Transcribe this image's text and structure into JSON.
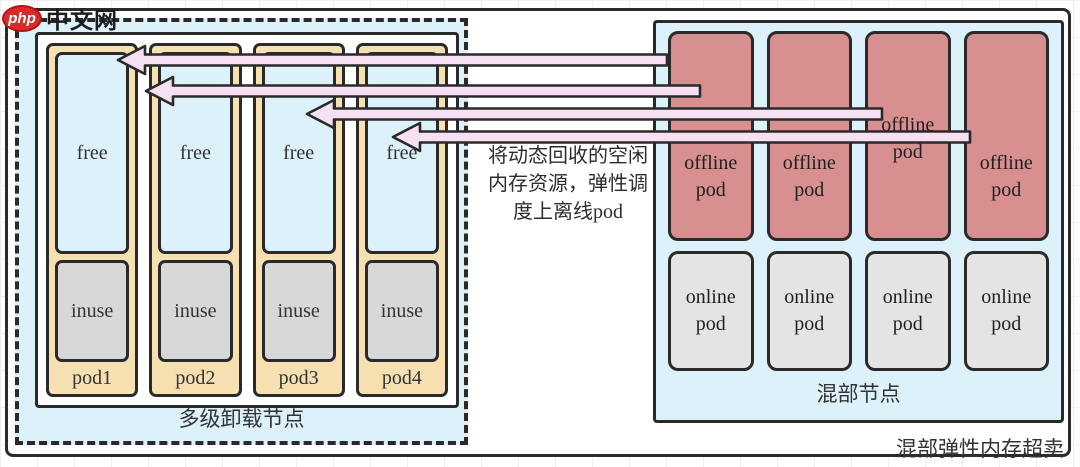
{
  "watermark": {
    "brand": "php",
    "site": "中文网"
  },
  "left_node": {
    "label": "多级卸载节点",
    "pods": [
      {
        "name": "pod1",
        "free": "free",
        "inuse": "inuse"
      },
      {
        "name": "pod2",
        "free": "free",
        "inuse": "inuse"
      },
      {
        "name": "pod3",
        "free": "free",
        "inuse": "inuse"
      },
      {
        "name": "pod4",
        "free": "free",
        "inuse": "inuse"
      }
    ]
  },
  "annotation": {
    "line1": "将动态回收的空闲",
    "line2": "内存资源，弹性调",
    "line3": "度上离线pod"
  },
  "right_node": {
    "label": "混部节点",
    "offline_pods": [
      {
        "label": "offline pod"
      },
      {
        "label": "offline pod"
      },
      {
        "label": "offline pod"
      },
      {
        "label": "offline pod"
      }
    ],
    "online_pods": [
      {
        "label": "online pod"
      },
      {
        "label": "online pod"
      },
      {
        "label": "online pod"
      },
      {
        "label": "online pod"
      }
    ]
  },
  "caption": "混部弹性内存超卖",
  "colors": {
    "node_fill": "#ddf1fb",
    "pod_column_fill": "#f6e0b2",
    "free_fill": "#ddf1fb",
    "inuse_fill": "#d8d8d8",
    "offline_fill": "#d78f8f",
    "online_fill": "#e4e4e4",
    "arrow_fill": "#f7e0f4",
    "border": "#2a2a2a",
    "logo_red": "#d92b2b"
  }
}
